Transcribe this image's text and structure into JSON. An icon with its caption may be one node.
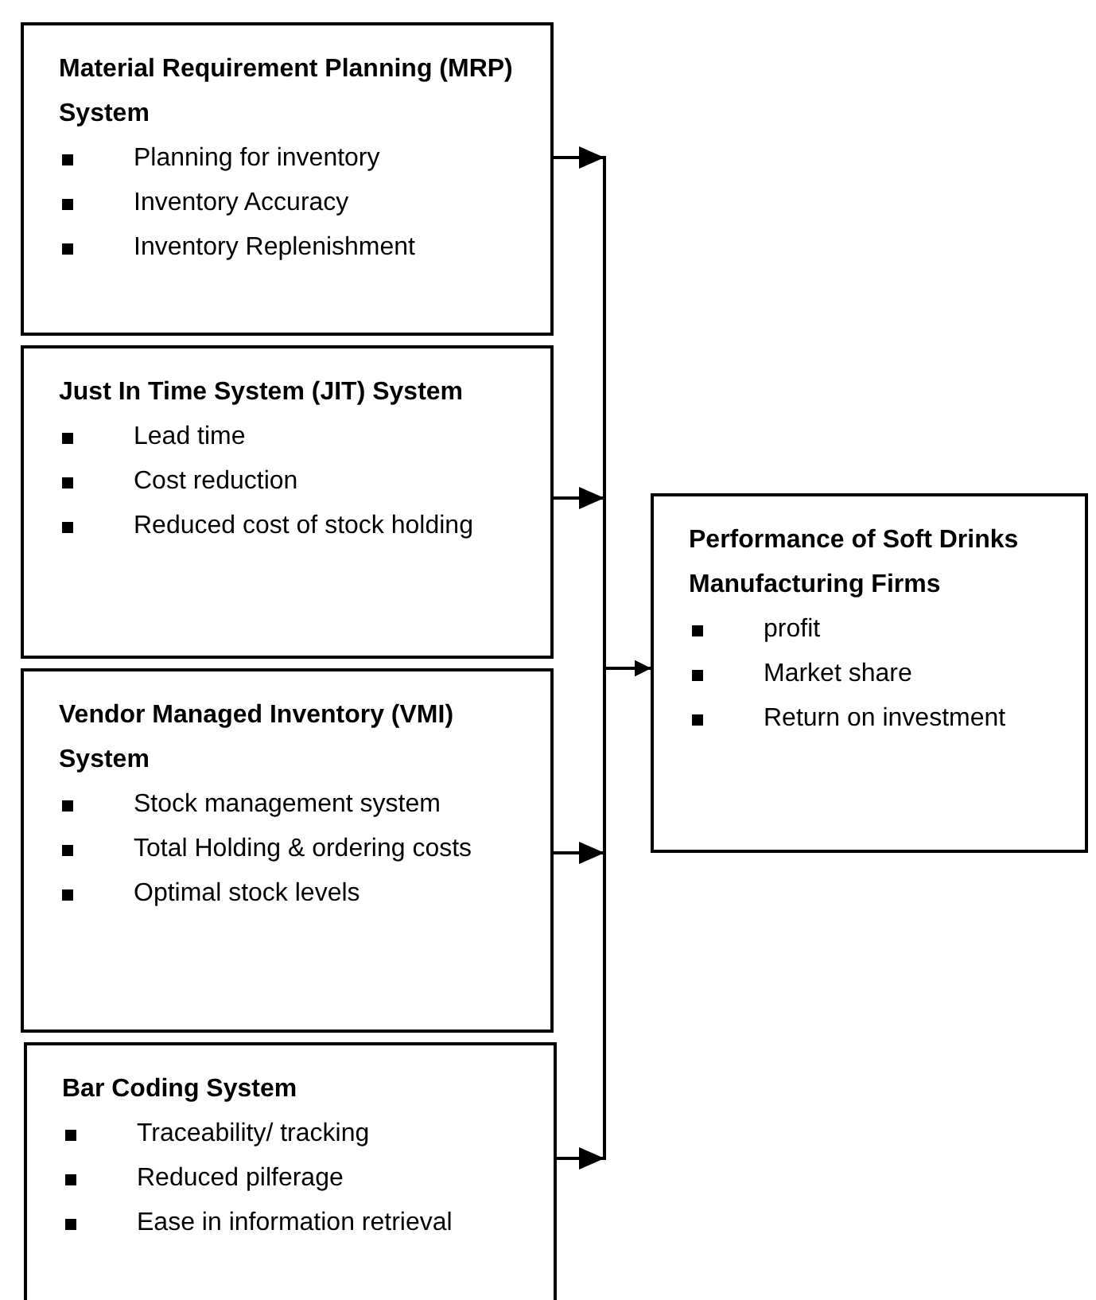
{
  "diagram": {
    "nodes": [
      {
        "text": [
          "Material Requirement Planning (MRP) System",
          "Planning for inventory",
          "Inventory Accuracy",
          "Inventory Replenishment"
        ]
      },
      {
        "text": [
          "Just In Time System (JIT) System",
          "Lead time",
          "Cost reduction",
          "Reduced cost of stock holding"
        ]
      },
      {
        "text": [
          "Vendor Managed Inventory (VMI) System",
          "Stock management system",
          "Total Holding & ordering costs",
          "Optimal stock levels"
        ]
      },
      {
        "text": [
          "Bar Coding System",
          "Traceability/ tracking",
          "Reduced pilferage",
          "Ease in information retrieval"
        ]
      },
      {
        "text": [
          "Performance of Soft Drinks Manufacturing Firms",
          "profit",
          "Market share",
          "Return on investment"
        ]
      }
    ],
    "edges": [
      {
        "from": 0,
        "to": 4,
        "arrow": "to"
      },
      {
        "from": 1,
        "to": 4,
        "arrow": "to"
      },
      {
        "from": 2,
        "to": 4,
        "arrow": "to"
      },
      {
        "from": 3,
        "to": 4,
        "arrow": "to"
      }
    ]
  }
}
